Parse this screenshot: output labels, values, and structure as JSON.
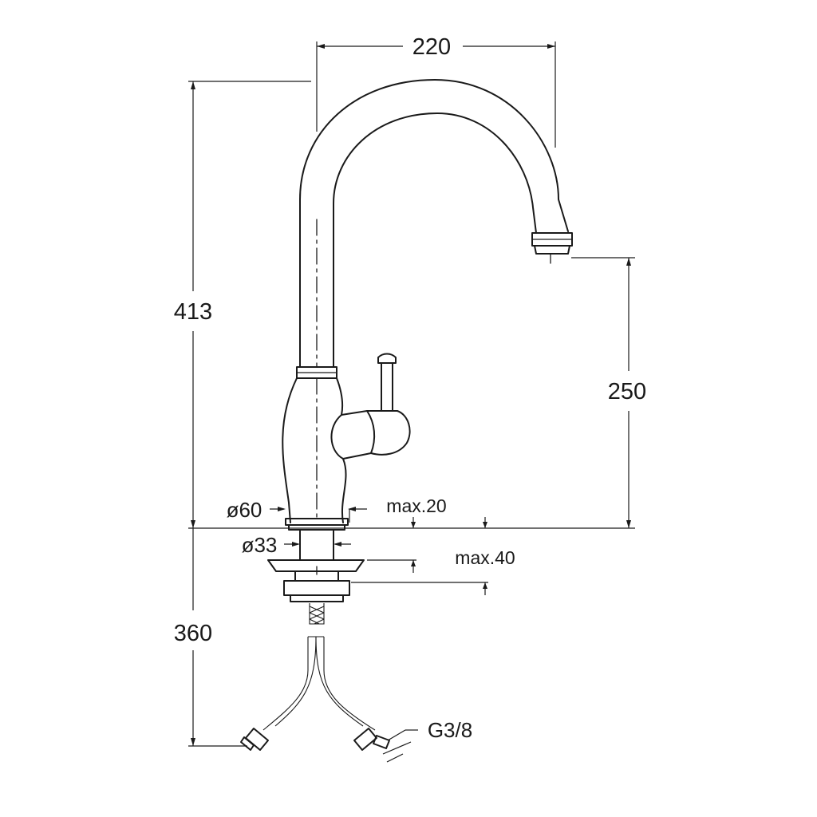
{
  "dimensions": {
    "spout_reach": "220",
    "total_height": "413",
    "spout_height": "250",
    "base_diameter": "ø60",
    "shank_diameter": "ø33",
    "max_mount_deck": "max.20",
    "max_mount_under": "max.40",
    "hose_length": "360",
    "connection_thread": "G3/8"
  }
}
